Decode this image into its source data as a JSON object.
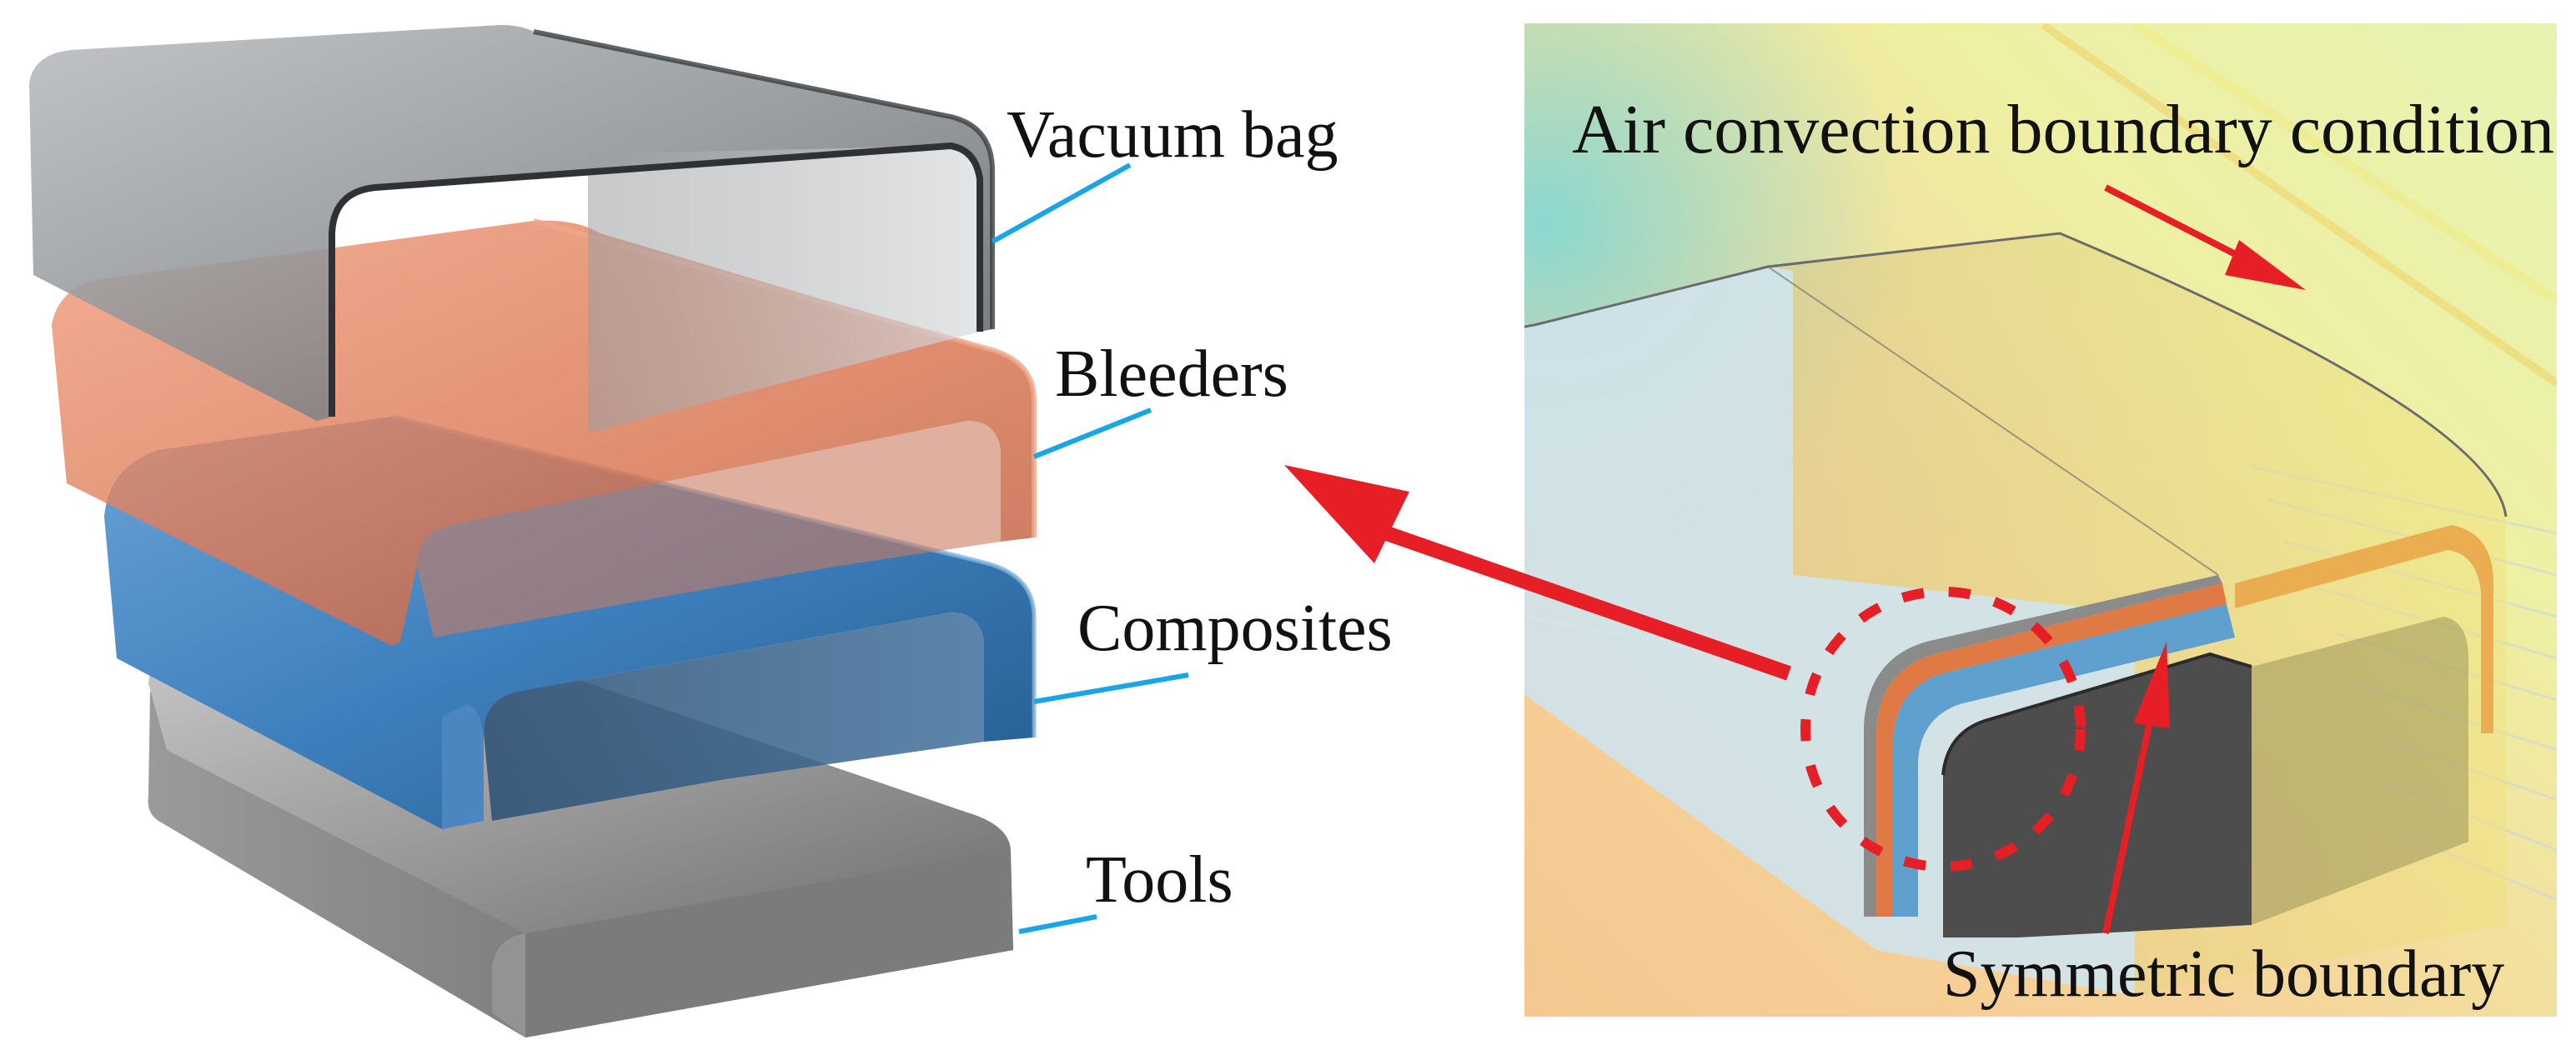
{
  "labels": {
    "vacuum_bag": "Vacuum bag",
    "bleeders": "Bleeders",
    "composites": "Composites",
    "tools": "Tools",
    "air_convection": "Air convection boundary condition",
    "symmetric": "Symmetric boundary"
  },
  "colors": {
    "leader_line": "#1aa6e6",
    "arrow_red": "#e61e25",
    "vacuum_bag": "#8e9194",
    "bleeders": "#e07a57",
    "composites": "#3d7fbd",
    "tools": "#8f8f8f"
  }
}
